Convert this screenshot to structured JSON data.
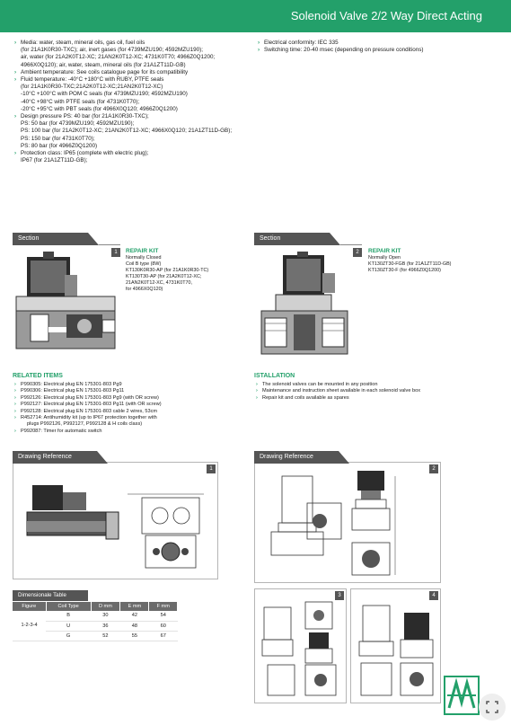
{
  "header": {
    "title": "Solenoid Valve 2/2 Way Direct Acting"
  },
  "specs_left": [
    {
      "text": "Media: water, steam, mineral oils, gas oil, fuel oils",
      "sub": [
        "(for 21A1K0R30-TXC); air, inert gases (for 4739MZU190; 4592MZU190);",
        "air, water (for 21A2K0T12-XC; 21AN2K0T12-XC; 4731K0T70; 4966Z0Q1200;",
        "4966X0Q120); air, water, steam, mineral oils (for 21A1ZT11D-GB)"
      ]
    },
    {
      "text": "Ambient temperature: See coils catalogue page for its compatibility",
      "sub": []
    },
    {
      "text": "Fluid temperature: -40°C +180°C with RUBY, PTFE seals",
      "sub": [
        "(for 21A1K0R30-TXC;21A2K0T12-XC;21AN2K0T12-XC)",
        "-10°C +100°C with POM C seals (for 4739MZU190; 4592MZU190)",
        "-40°C +98°C with PTFE seals (for 4731K0T70);",
        "-20°C +95°C with PBT seals (for 4966X0Q120; 4966Z0Q1200)"
      ]
    },
    {
      "text": "Design pressure PS: 40 bar (for 21A1K0R30-TXC);",
      "sub": [
        "PS: 50 bar (for 4739MZU190; 4592MZU190);",
        "PS: 100 bar (for 21A2K0T12-XC; 21AN2K0T12-XC; 4966X0Q120; 21A1ZT11D-GB);",
        "PS: 150 bar (for 4731K0T70);",
        "PS: 80 bar (for 4966Z0Q1200)"
      ]
    },
    {
      "text": "Protection class: IP65 (complete with electric plug);",
      "sub": [
        "IP67 (for 21A1ZT11D-GB);"
      ]
    }
  ],
  "specs_right": [
    {
      "text": "Electrical conformity: IEC 335",
      "sub": []
    },
    {
      "text": "Switching time: 20-40 msec (depending on pressure conditions)",
      "sub": []
    }
  ],
  "section1": {
    "tab": "Section",
    "number": "1",
    "kit_title": "REPAIR KIT",
    "kit_lines": [
      "Normally Closed",
      "Coil B type (8W)",
      "KT130K0R30-AP (for 21A1K0R30-TC)",
      "KT130T30-AP (for 21A2K0T12-XC;",
      "21AN2K0T12-XC, 4731K0T70,",
      "for 4966X0Q120)"
    ]
  },
  "section2": {
    "tab": "Section",
    "number": "2",
    "kit_title": "REPAIR KIT",
    "kit_lines": [
      "Normally Open",
      "KT130ZT30-FGB (for 21A1ZT11D-GB)",
      "KT130ZT30-F (for 4966Z0Q1200)"
    ]
  },
  "related": {
    "title": "RELATED ITEMS",
    "items": [
      {
        "text": "P990305: Electrical plug EN 175301-803 Pg9",
        "sub": []
      },
      {
        "text": "P990306: Electrical plug EN 175301-803 Pg11",
        "sub": []
      },
      {
        "text": "P992126: Electrical plug EN 175301-803 Pg9 (with OR screw)",
        "sub": []
      },
      {
        "text": "P992127: Electrical plug EN 175301-803 Pg11 (with OR screw)",
        "sub": []
      },
      {
        "text": "P992128: Electrical plug EN 175301-803 cable 2 wires, 53cm",
        "sub": []
      },
      {
        "text": "R452714: Antihumidity kit (up to IP67 protection together with",
        "sub": [
          "plugs P992126, P992127, P992128 & H coils class)"
        ]
      },
      {
        "text": "P992087: Timer for automatic switch",
        "sub": []
      }
    ]
  },
  "installation": {
    "title": "ISTALLATION",
    "items": [
      {
        "text": "The solenoid valves can be mounted in any position",
        "sub": []
      },
      {
        "text": "Maintenance and instruction sheet available in each solenoid valve box",
        "sub": []
      },
      {
        "text": "Repair kit and coils available as spares",
        "sub": []
      }
    ]
  },
  "drawing1": {
    "tab": "Drawing Reference",
    "number": "1"
  },
  "drawing2": {
    "tab": "Drawing Reference",
    "number": "2"
  },
  "drawing3": {
    "number": "3"
  },
  "drawing4": {
    "number": "4"
  },
  "dim_table": {
    "title": "Dimensionale Table",
    "headers": [
      "Figure",
      "Coil Type",
      "D mm",
      "E mm",
      "F mm"
    ],
    "figure": "1-2-3-4",
    "rows": [
      [
        "B",
        "30",
        "42",
        "54"
      ],
      [
        "U",
        "36",
        "48",
        "60"
      ],
      [
        "G",
        "52",
        "55",
        "67"
      ]
    ]
  },
  "colors": {
    "accent": "#23a06a",
    "tab": "#555555"
  },
  "icons": {
    "bullet": "chevron-right-icon",
    "logo": "brand-logo-icon",
    "fullscreen": "fullscreen-icon"
  }
}
